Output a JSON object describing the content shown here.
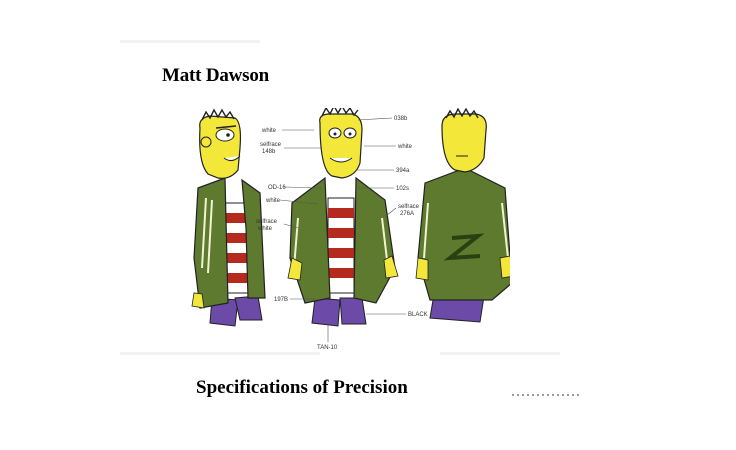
{
  "title": "Matt Dawson",
  "caption": "Specifications of Precision",
  "callouts": {
    "white_1": "white",
    "selfrace_148b_1": "selfrace",
    "selfrace_148b_2": "148b",
    "od16": "OD-16",
    "white_2": "white",
    "selfrace_white_1": "selfrace",
    "selfrace_white_2": "white",
    "c197b": "197B",
    "tan10": "TAN-10",
    "c038b": "038b",
    "white_3": "white",
    "c394a": "394a",
    "c102s": "102s",
    "selfrace_276a_1": "selfrace",
    "selfrace_276a_2": "276A",
    "black": "BLACK"
  },
  "colors": {
    "skin": "#f3e73a",
    "jacket": "#5d7a2e",
    "jacket_dark": "#3e5a1c",
    "shirt_red": "#b52a1e",
    "pants": "#6b4aa8",
    "hair": "#222222"
  }
}
